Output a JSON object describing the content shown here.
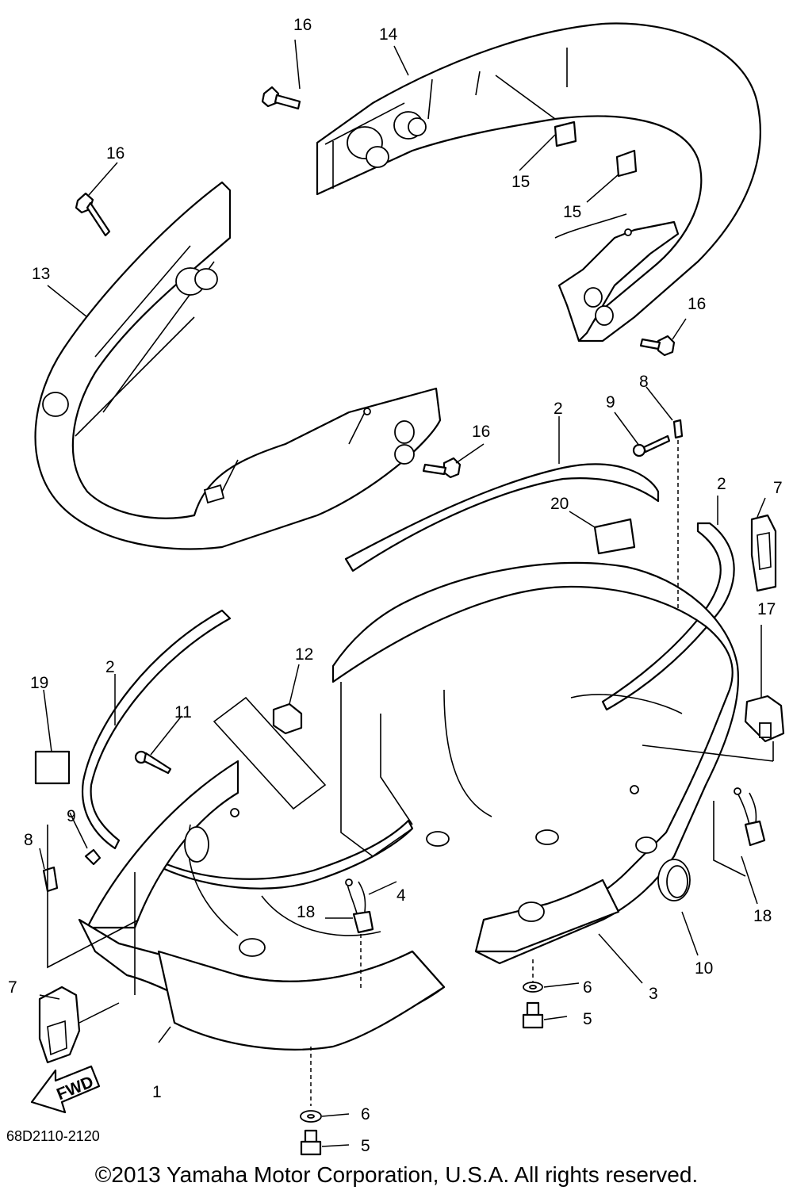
{
  "diagram": {
    "callouts": [
      "1",
      "2",
      "3",
      "4",
      "5",
      "6",
      "7",
      "8",
      "9",
      "10",
      "11",
      "12",
      "13",
      "14",
      "15",
      "16",
      "17",
      "18",
      "19",
      "20"
    ],
    "arrow_label": "FWD",
    "drawing_code": "68D2110-2120"
  },
  "footer": {
    "copyright": "©2013 Yamaha Motor Corporation, U.S.A. All rights reserved."
  }
}
